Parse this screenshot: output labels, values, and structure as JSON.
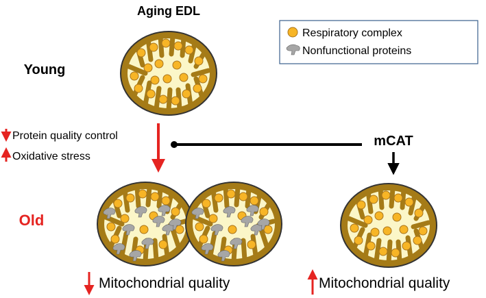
{
  "title": "Aging EDL",
  "legend": {
    "respiratory": "Respiratory complex",
    "nonfunctional": "Nonfunctional proteins"
  },
  "labels": {
    "young": "Young",
    "old": "Old",
    "mcat": "mCAT",
    "protein_qc": "Protein quality control",
    "oxidative": "Oxidative stress",
    "mito_quality_down": "Mitochondrial quality",
    "mito_quality_up": "Mitochondrial quality"
  },
  "colors": {
    "accent_red": "#e52421",
    "membrane": "#a57b17",
    "matrix": "#fbf6c8",
    "respiratory_complex": "#f7b526",
    "nonfunctional_protein": "#a6a6a6"
  },
  "arrows": {
    "protein_qc": "down",
    "oxidative": "up",
    "mito_quality_old": "down",
    "mito_quality_mcat": "up"
  }
}
